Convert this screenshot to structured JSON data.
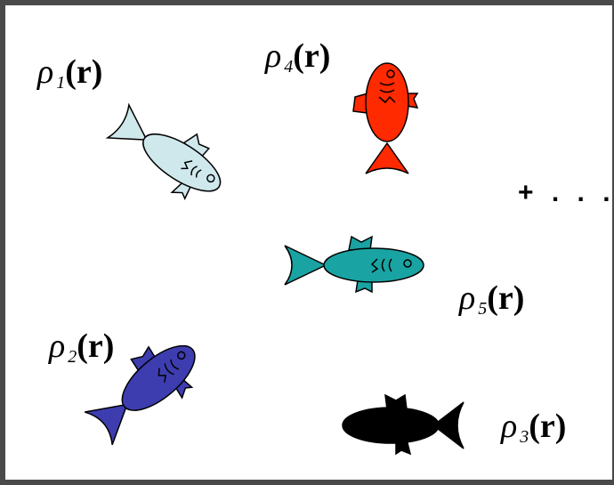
{
  "labels": [
    {
      "sym": "ρ",
      "sub": "1",
      "arg": "(r)"
    },
    {
      "sym": "ρ",
      "sub": "4",
      "arg": "(r)"
    },
    {
      "sym": "ρ",
      "sub": "5",
      "arg": "(r)"
    },
    {
      "sym": "ρ",
      "sub": "2",
      "arg": "(r)"
    },
    {
      "sym": "ρ",
      "sub": "3",
      "arg": "(r)"
    }
  ],
  "ellipsis": "+ . . .",
  "fish_colors": {
    "fish1": "#cfe8ec",
    "fish4": "#ff2a00",
    "fish5": "#1aa3a3",
    "fish2": "#3d3db0",
    "fish3": "#000000"
  }
}
